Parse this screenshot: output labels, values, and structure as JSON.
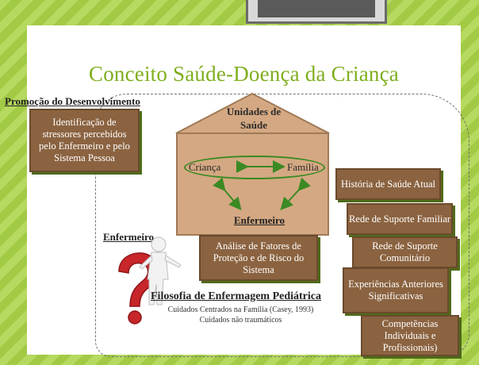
{
  "title": "Conceito Saúde-Doença da Criança",
  "promocao_label": "Promoção do Desenvolvimento",
  "promocao_box": "Identificação de stressores percebidos pelo Enfermeiro e pelo Sistema Pessoa",
  "house": {
    "title_line1": "Unidades de",
    "title_line2": "Saúde",
    "crianca": "Criança",
    "familia": "Família",
    "enfermeiro": "Enfermeiro"
  },
  "enfermeiro_left": "Enfermeiro",
  "analise_box": "Análise de Fatores de Proteção e de Risco do Sistema",
  "right_boxes": [
    "História de Saúde Atual",
    "Rede de Suporte Familiar",
    "Rede de Suporte Comunitário",
    "Experiências Anteriores Significativas",
    "Competências Individuais e Profissionais)"
  ],
  "filosofia": {
    "title": "Filosofia de Enfermagem Pediátrica",
    "line1": "Cuidados Centrados na Família (Casey, 1993)",
    "line2": "Cuidados não traumáticos"
  },
  "colors": {
    "title_green": "#7fae1e",
    "box_brown": "#8b6340",
    "house_tan": "#d4a882",
    "arrow_green": "#3b8a24"
  }
}
